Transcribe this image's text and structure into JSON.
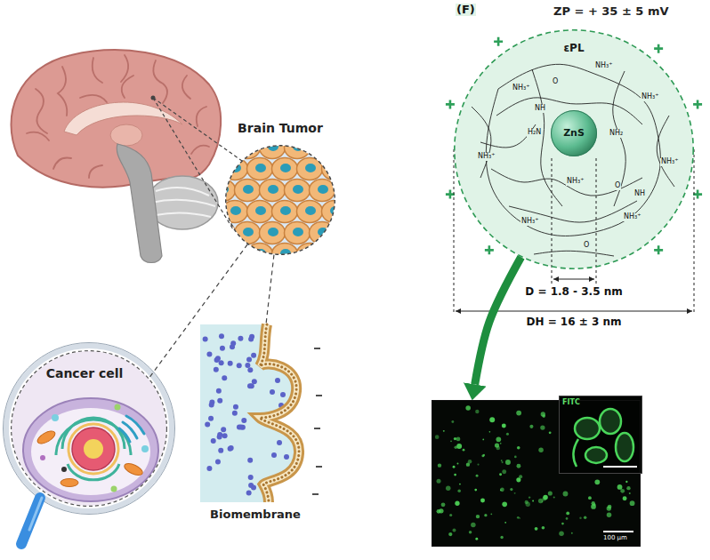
{
  "diagram": {
    "nodes": [
      {
        "text": [
          "Brain Tumor"
        ]
      },
      {
        "text": [
          "Cancer cell"
        ]
      },
      {
        "text": [
          "Biomembrane"
        ]
      },
      {
        "text": [
          "ZP = + 35 ± 5 mV",
          "εPL"
        ]
      },
      {
        "text": [
          "ZnS"
        ],
        "in": 3
      },
      {
        "text": [
          "100 µm"
        ]
      },
      {
        "text": [
          "FITC"
        ],
        "in": 5
      }
    ],
    "edges": [
      {
        "from": 0,
        "to": 1,
        "arrow": "none"
      },
      {
        "from": 0,
        "to": 2,
        "arrow": "none"
      },
      {
        "from": 3,
        "to": 5,
        "arrow": "to"
      }
    ],
    "labels": [
      "(F)",
      "D = 1.8 - 3.5 nm",
      "DH = 16 ± 3 nm",
      "NH₃⁺",
      "NH₃⁺",
      "NH₃⁺",
      "NH₃⁺",
      "NH₃⁺",
      "NH₃⁺",
      "NH₃⁺",
      "NH₃⁺",
      "H₂N",
      "NH₂",
      "O",
      "O",
      "O",
      "NH",
      "NH"
    ]
  }
}
